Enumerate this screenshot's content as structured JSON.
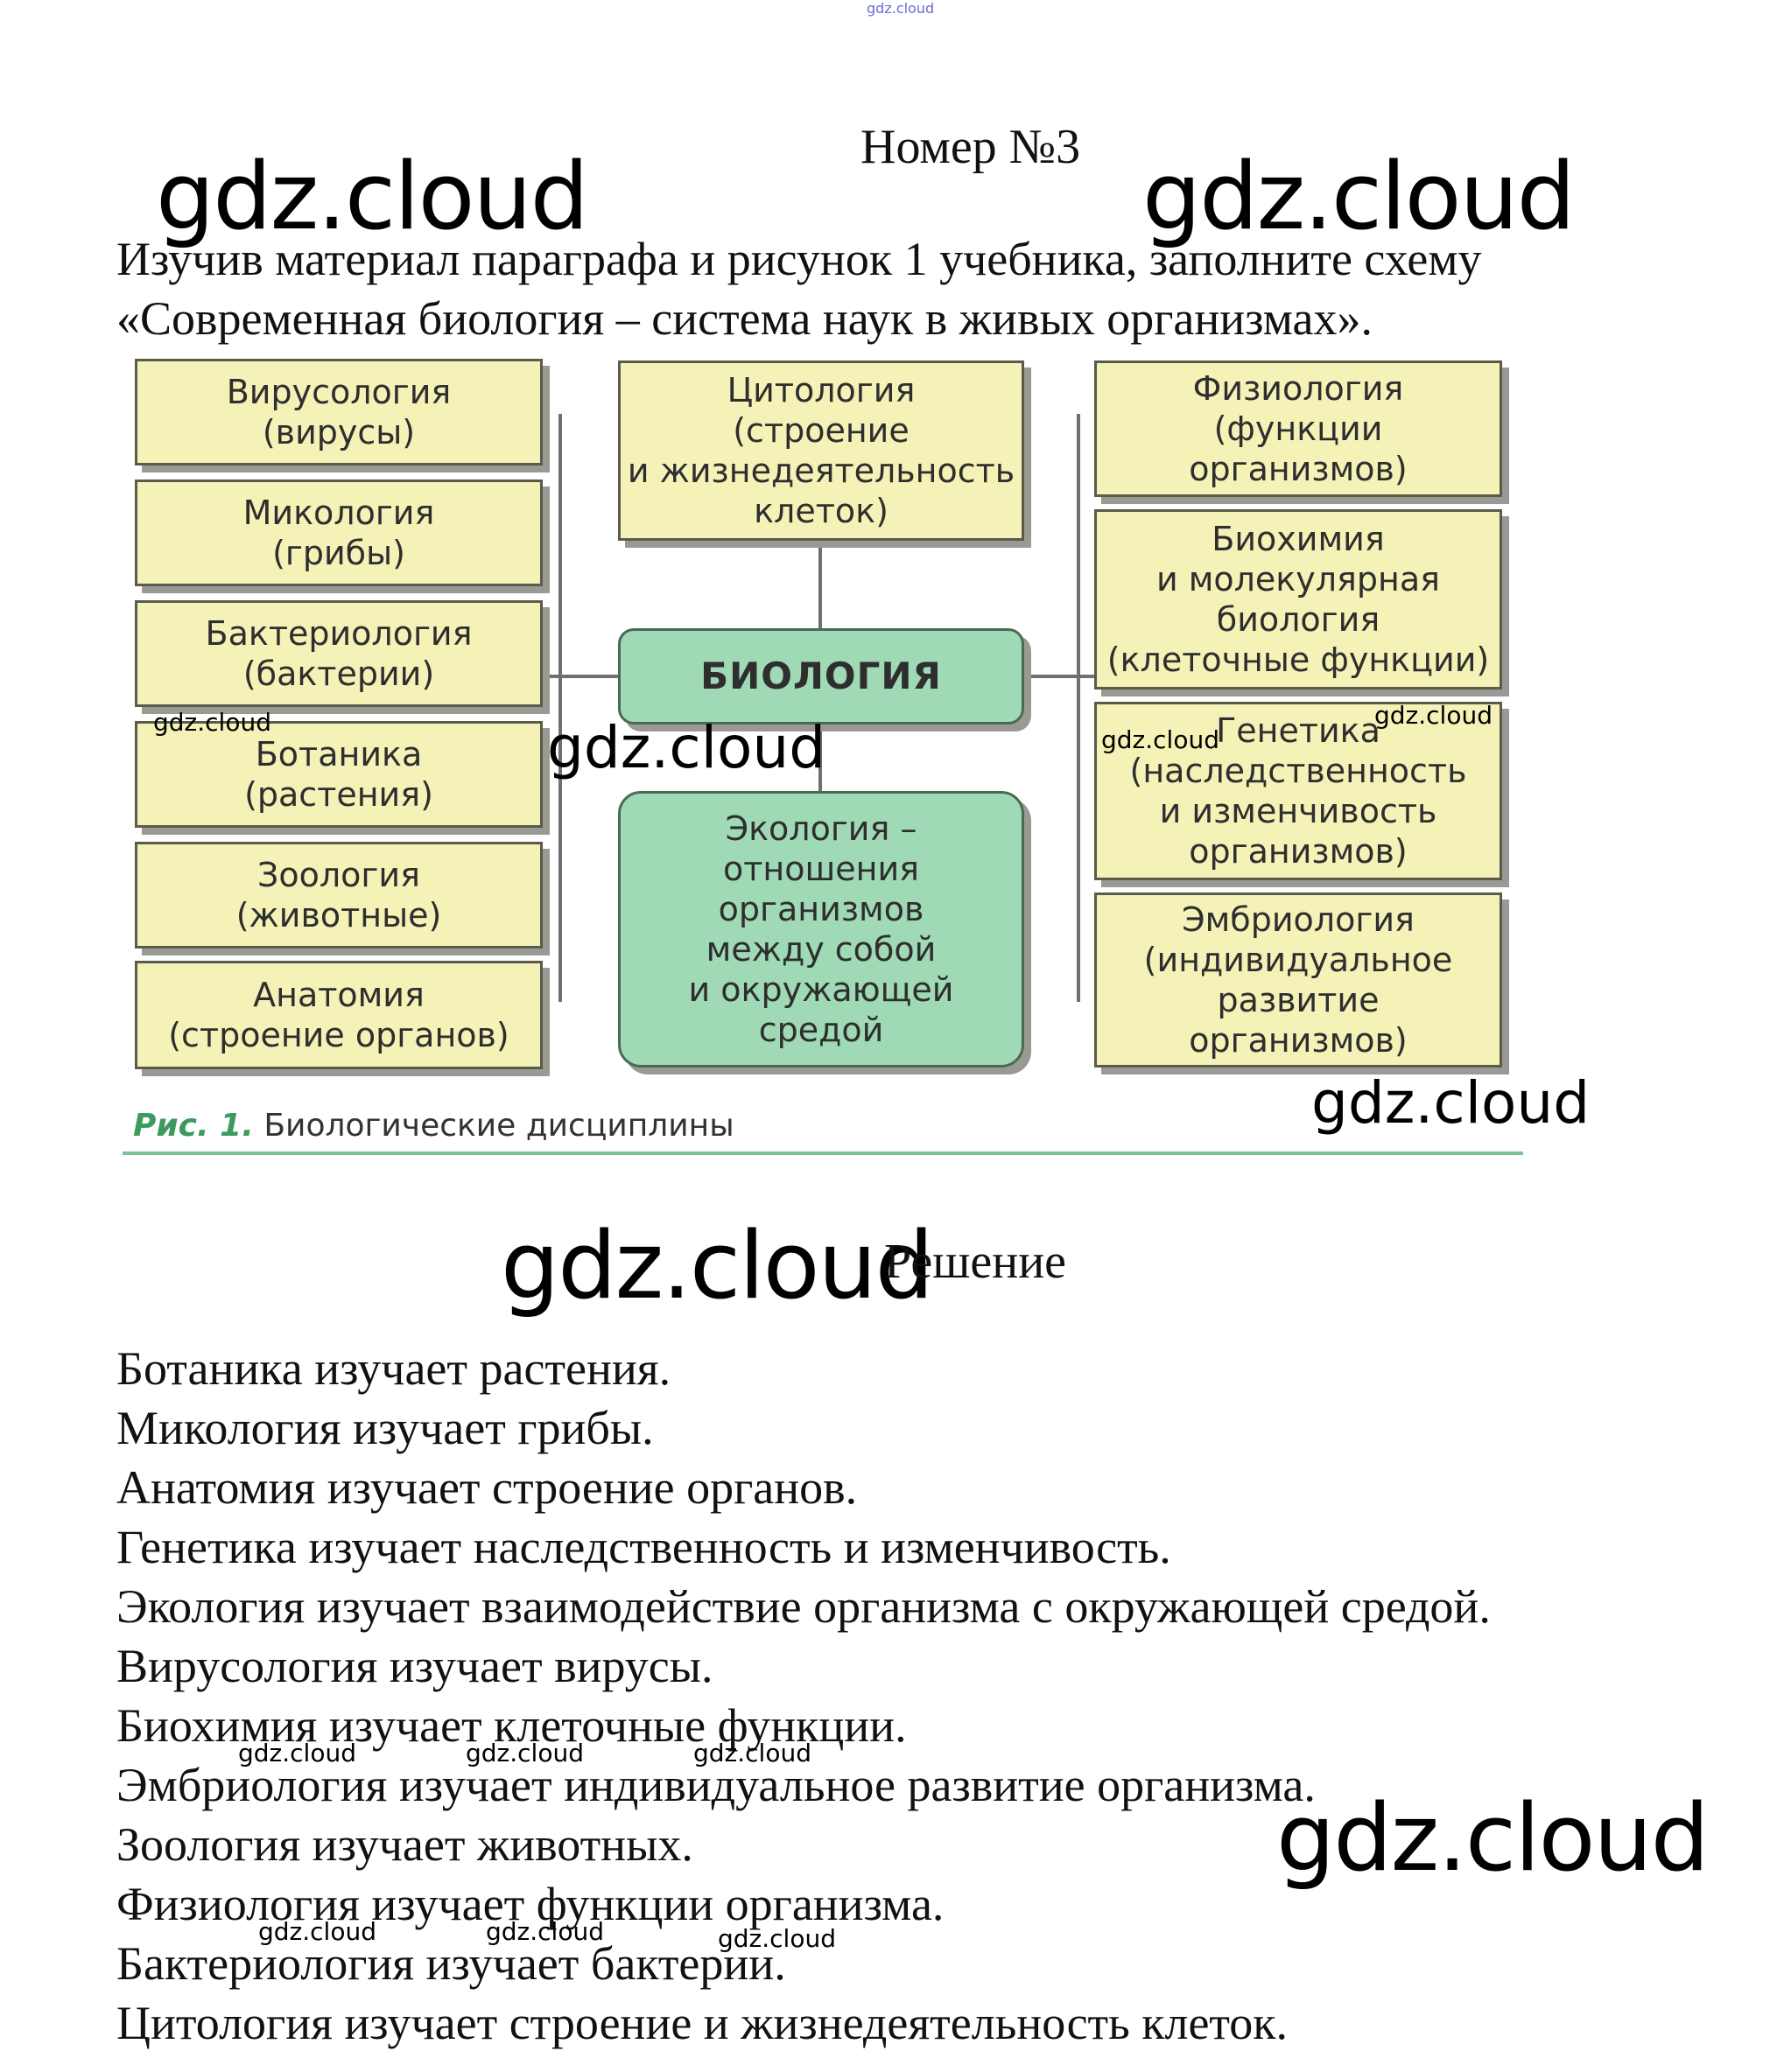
{
  "watermark": "gdz.cloud",
  "heading": "Номер №3",
  "task": {
    "line1": "Изучив материал параграфа и рисунок 1 учебника, заполните схему",
    "line2": "«Современная биология – система наук в живых организмах»."
  },
  "figure": {
    "left_boxes": [
      {
        "name": "Вирусология",
        "desc": "(вирусы)"
      },
      {
        "name": "Микология",
        "desc": "(грибы)"
      },
      {
        "name": "Бактериология",
        "desc": "(бактерии)"
      },
      {
        "name": "Ботаника",
        "desc": "(растения)"
      },
      {
        "name": "Зоология",
        "desc": "(животные)"
      },
      {
        "name": "Анатомия",
        "desc": "(строение органов)"
      }
    ],
    "center_top": {
      "line1": "Цитология",
      "line2": "(строение",
      "line3": "и жизнедеятельность",
      "line4": "клеток)"
    },
    "center": "БИОЛОГИЯ",
    "center_bottom": {
      "line1": "Экология –",
      "line2": "отношения",
      "line3": "организмов",
      "line4": "между собой",
      "line5": "и окружающей",
      "line6": "средой"
    },
    "right_boxes": [
      {
        "line1": "Физиология",
        "line2": "(функции",
        "line3": "организмов)",
        "line4": ""
      },
      {
        "line1": "Биохимия",
        "line2": "и молекулярная",
        "line3": "биология",
        "line4": "(клеточные функции)"
      },
      {
        "line1": "Генетика",
        "line2": "(наследственность",
        "line3": "и изменчивость",
        "line4": "организмов)"
      },
      {
        "line1": "Эмбриология",
        "line2": "(индивидуальное",
        "line3": "развитие",
        "line4": "организмов)"
      }
    ],
    "caption_label": "Рис. 1.",
    "caption_text": "Биологические дисциплины"
  },
  "solution_title": "Решение",
  "answers": [
    "Ботаника изучает растения.",
    "Микология изучает грибы.",
    "Анатомия изучает строение органов.",
    "Генетика изучает наследственность и изменчивость.",
    "Экология изучает взаимодействие организма с окружающей средой.",
    "Вирусология изучает вирусы.",
    "Биохимия изучает клеточные функции.",
    "Эмбриология изучает индивидуальное развитие организма.",
    "Зоология изучает животных.",
    "Физиология изучает функции организма.",
    "Бактериология изучает бактерии.",
    "Цитология изучает строение и жизнедеятельность клеток."
  ]
}
